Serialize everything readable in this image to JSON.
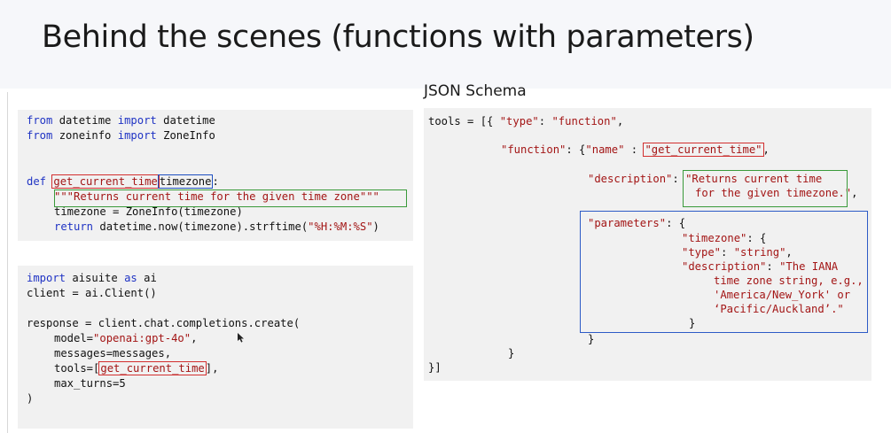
{
  "slide": {
    "title": "Behind the scenes (functions with parameters)",
    "schema_label": "JSON Schema"
  },
  "function_def": {
    "line1": {
      "kw1": "from",
      "mod": " datetime ",
      "kw2": "import",
      "name": " datetime"
    },
    "line2": {
      "kw1": "from",
      "mod": " zoneinfo ",
      "kw2": "import",
      "name": " ZoneInfo"
    },
    "def_kw": "def",
    "func_name": "get_current_time",
    "param": "timezone",
    "def_end": ":",
    "docstring": "\"\"\"Returns current time for the given time zone\"\"\"",
    "line_tz": "timezone = ZoneInfo(timezone)",
    "return_kw": "return",
    "return_expr": " datetime.now(timezone).strftime(",
    "return_fmt": "\"%H:%M:%S\"",
    "return_end": ")"
  },
  "client_code": {
    "import_kw": "import",
    "import_rest": " aisuite ",
    "as_kw": "as",
    "import_alias": " ai",
    "client_line": "client = ai.Client()",
    "response_line": "response = client.chat.completions.create(",
    "model_prefix": "model=",
    "model_value": "\"openai:gpt-4o\"",
    "model_suffix": ",",
    "messages_line": "messages=messages,",
    "tools_prefix": "tools=[",
    "tools_value": "get_current_time",
    "tools_suffix": "],",
    "max_turns_line": "max_turns=5",
    "close_paren": ")"
  },
  "schema_code": {
    "l1_prefix": "tools = [{ ",
    "l1_key": "\"type\"",
    "l1_sep": ": ",
    "l1_val": "\"function\"",
    "l1_end": ",",
    "l2_key": "\"function\"",
    "l2_mid": ": {",
    "l2_name_key": "\"name\"",
    "l2_sep": " : ",
    "l2_name_val": "\"get_current_time\"",
    "l2_end": ",",
    "l3_key": "\"description\"",
    "l3_sep": ": ",
    "l3_val_a": "\"Returns current time",
    "l3_val_b": "for the given timezone.",
    "l3_val_c": "\"",
    "l3_end": ",",
    "p_key": "\"parameters\"",
    "p_open": ": {",
    "tz_key": "\"timezone\"",
    "tz_open": ": {",
    "type_key": "\"type\"",
    "type_sep": ": ",
    "type_val": "\"string\"",
    "type_end": ",",
    "pdesc_key": "\"description\"",
    "pdesc_sep": ": ",
    "pdesc_a": "\"The IANA",
    "pdesc_b": "time zone string, e.g.,",
    "pdesc_c": "'America/New_York' or",
    "pdesc_d": "‘Pacific/Auckland’.\"",
    "close_inner": "}",
    "close_params": "}",
    "close_fn": "}",
    "close_all": "}]"
  },
  "icons": {
    "cursor": "mouse-pointer-icon"
  }
}
